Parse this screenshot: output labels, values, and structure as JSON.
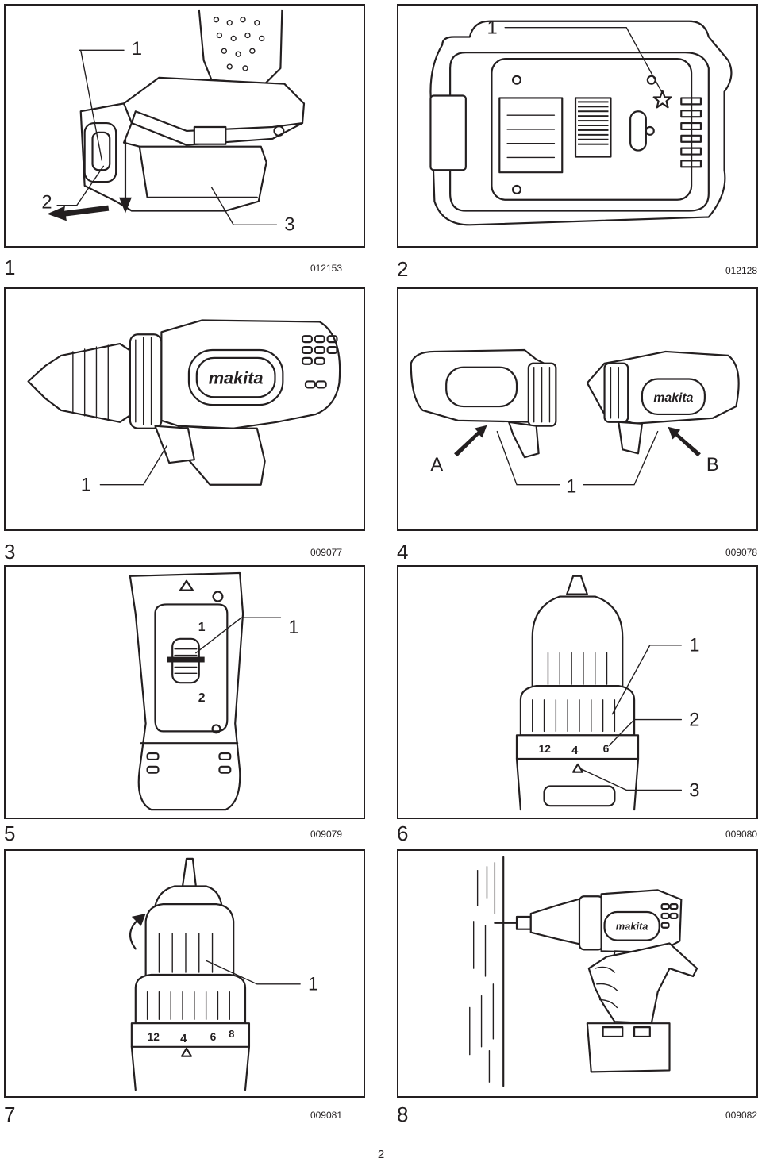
{
  "figures": [
    {
      "number": "1",
      "code": "012153",
      "callouts": [
        "1",
        "2",
        "3"
      ]
    },
    {
      "number": "2",
      "code": "012128",
      "callouts": [
        "1"
      ]
    },
    {
      "number": "3",
      "code": "009077",
      "callouts": [
        "1"
      ],
      "logo": "makita"
    },
    {
      "number": "4",
      "code": "009078",
      "callouts": [
        "A",
        "B",
        "1"
      ],
      "logo": "makita"
    },
    {
      "number": "5",
      "code": "009079",
      "callouts": [
        "1"
      ],
      "switch_marks": [
        "1",
        "2"
      ]
    },
    {
      "number": "6",
      "code": "009080",
      "callouts": [
        "1",
        "2",
        "3"
      ],
      "ring_marks": [
        "12",
        "4",
        "6"
      ]
    },
    {
      "number": "7",
      "code": "009081",
      "callouts": [
        "1"
      ],
      "ring_marks": [
        "12",
        "4",
        "6",
        "8"
      ]
    },
    {
      "number": "8",
      "code": "009082",
      "callouts": [],
      "logo": "makita"
    }
  ],
  "page_number": "2",
  "icons": {
    "star": "star-icon",
    "arrow": "arrow-icon",
    "rotation": "rotation-arrow-icon"
  }
}
